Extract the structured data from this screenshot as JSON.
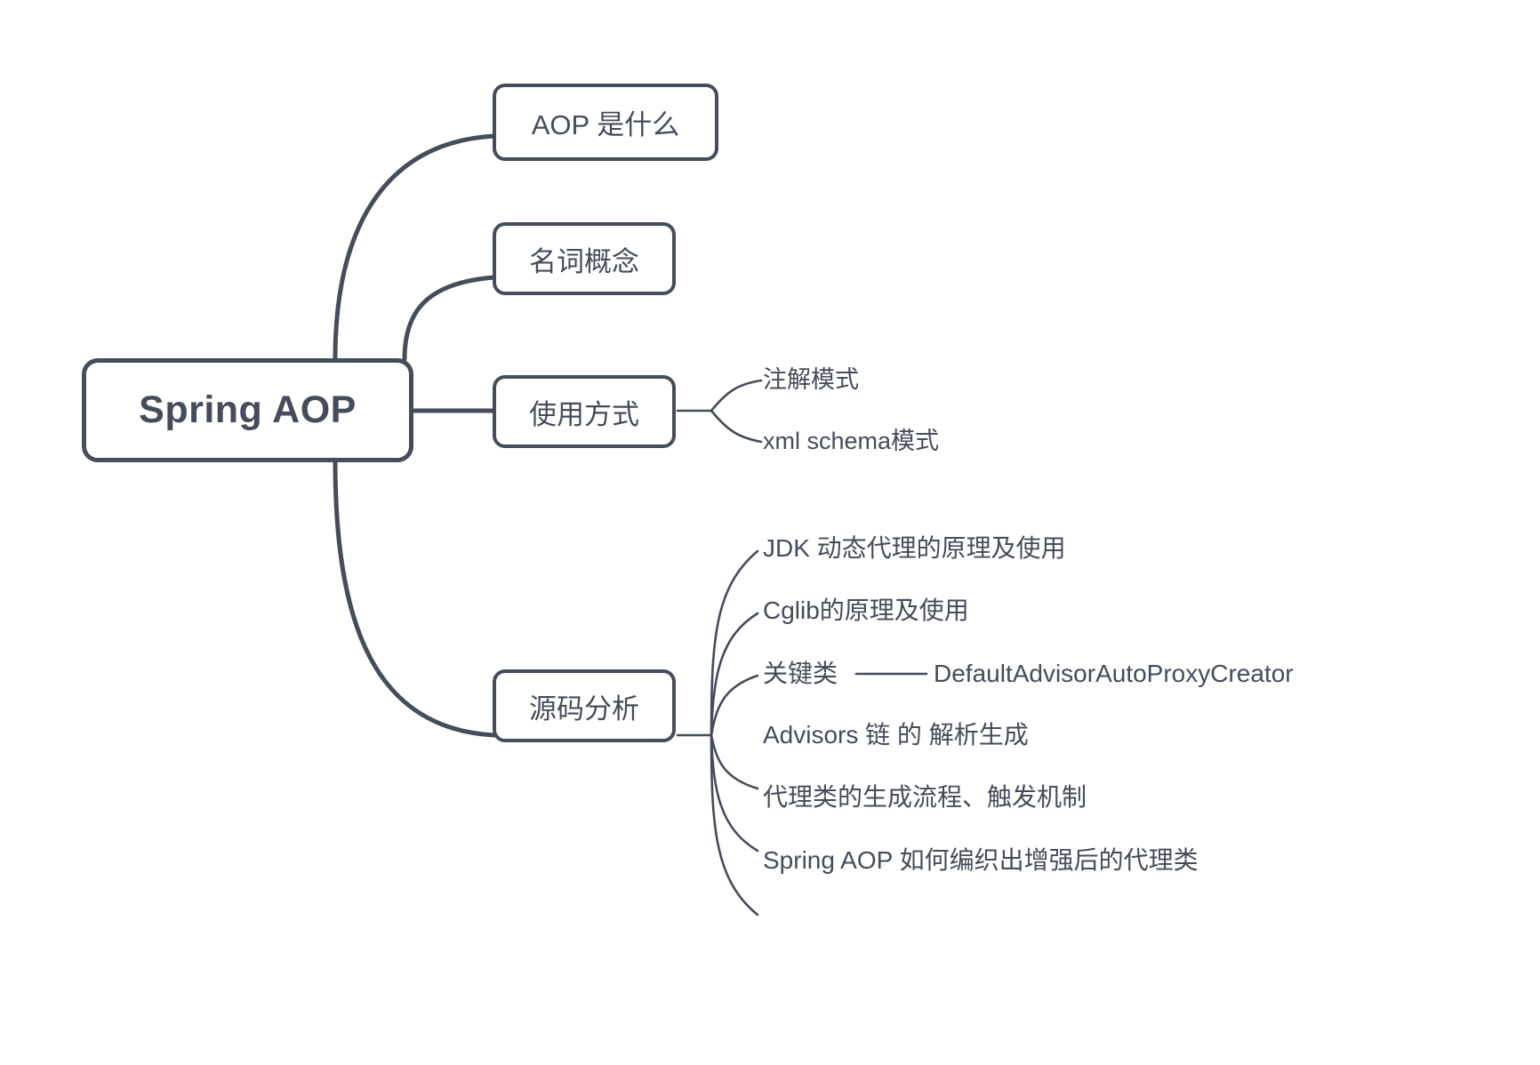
{
  "diagram": {
    "type": "mind-map",
    "title": "Spring AOP",
    "colors": {
      "stroke": "#454c5a",
      "text": "#454c5a",
      "background": "#ffffff"
    },
    "root": {
      "label": "Spring AOP"
    },
    "branches": [
      {
        "label": "AOP 是什么",
        "children": []
      },
      {
        "label": "名词概念",
        "children": []
      },
      {
        "label": "使用方式",
        "children": [
          {
            "label": "注解模式"
          },
          {
            "label": "xml schema模式"
          }
        ]
      },
      {
        "label": "源码分析",
        "children": [
          {
            "label": "JDK 动态代理的原理及使用"
          },
          {
            "label": "Cglib的原理及使用"
          },
          {
            "label": "关键类",
            "detail": "DefaultAdvisorAutoProxyCreator"
          },
          {
            "label": "Advisors 链 的 解析生成"
          },
          {
            "label": "代理类的生成流程、触发机制"
          },
          {
            "label": "Spring AOP 如何编织出增强后的代理类"
          }
        ]
      }
    ]
  }
}
